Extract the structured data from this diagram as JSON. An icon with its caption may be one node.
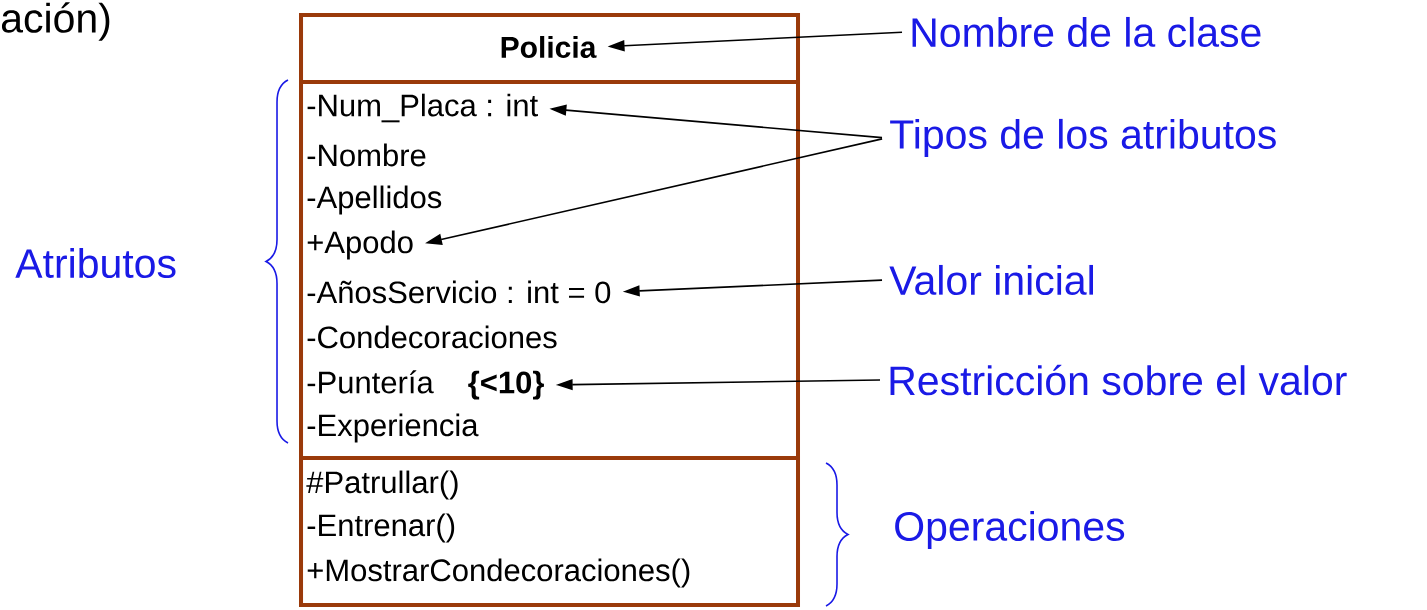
{
  "diagram": {
    "nodes": [
      {
        "text": [],
        "shape": "box"
      },
      {
        "text": [],
        "shape": "box",
        "in": 0
      },
      {
        "text": [
          "Policia"
        ],
        "in": 1
      },
      {
        "text": [],
        "shape": "box",
        "in": 0
      },
      {
        "text": [
          "-Num_Placa : int"
        ],
        "in": 3
      },
      {
        "text": [
          "-Nombre"
        ],
        "in": 3
      },
      {
        "text": [
          "-Apellidos"
        ],
        "in": 3
      },
      {
        "text": [
          "+Apodo"
        ],
        "in": 3
      },
      {
        "text": [
          "-AñosServicio : int = 0"
        ],
        "in": 3
      },
      {
        "text": [
          "-Condecoraciones"
        ],
        "in": 3
      },
      {
        "text": [
          "-Puntería",
          "{<10}"
        ],
        "in": 3
      },
      {
        "text": [
          "-Experiencia"
        ],
        "in": 3
      },
      {
        "text": [],
        "shape": "box",
        "in": 0
      },
      {
        "text": [
          "#Patrullar()"
        ],
        "in": 12
      },
      {
        "text": [
          "-Entrenar()"
        ],
        "in": 12
      },
      {
        "text": [
          "+MostrarCondecoraciones()"
        ],
        "in": 12
      },
      {
        "text": [
          "Nombre de la clase"
        ]
      },
      {
        "text": [
          "Tipos de los atributos"
        ]
      },
      {
        "text": [
          "Valor inicial"
        ]
      },
      {
        "text": [
          "Restricción sobre el valor"
        ]
      }
    ],
    "edges": [
      {
        "from": 16,
        "to": 2,
        "arrow": "to"
      },
      {
        "from": 17,
        "to": 4,
        "arrow": "to"
      },
      {
        "from": 17,
        "to": 7,
        "arrow": "to"
      },
      {
        "from": 18,
        "to": 8,
        "arrow": "to"
      },
      {
        "from": 19,
        "to": 10,
        "arrow": "to"
      }
    ],
    "labels": [
      "ación)",
      "Atributos",
      "Operaciones"
    ]
  }
}
